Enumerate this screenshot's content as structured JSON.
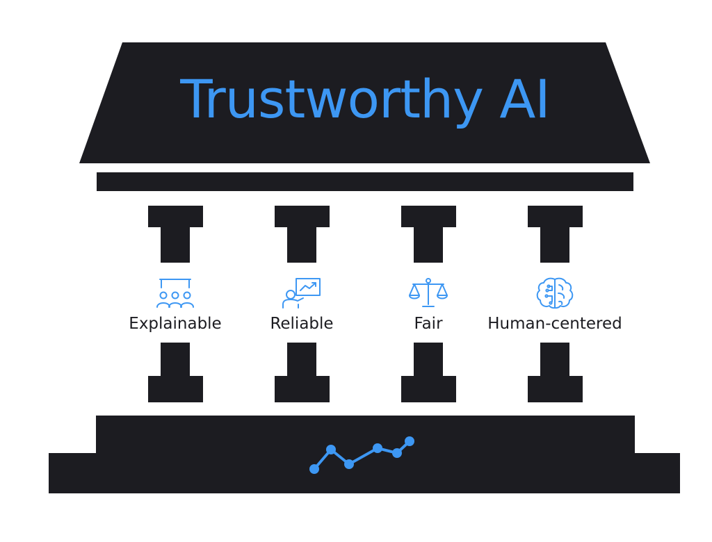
{
  "title": "Trustworthy AI",
  "colors": {
    "structure": "#1c1c21",
    "accent": "#3d97f3",
    "background": "#ffffff"
  },
  "pillars": [
    {
      "label": "Explainable",
      "icon": "audience-presentation-icon"
    },
    {
      "label": "Reliable",
      "icon": "presenter-chart-icon"
    },
    {
      "label": "Fair",
      "icon": "balance-scale-icon"
    },
    {
      "label": "Human-centered",
      "icon": "brain-circuit-icon"
    }
  ],
  "foundation": {
    "icon": "line-graph-icon"
  }
}
